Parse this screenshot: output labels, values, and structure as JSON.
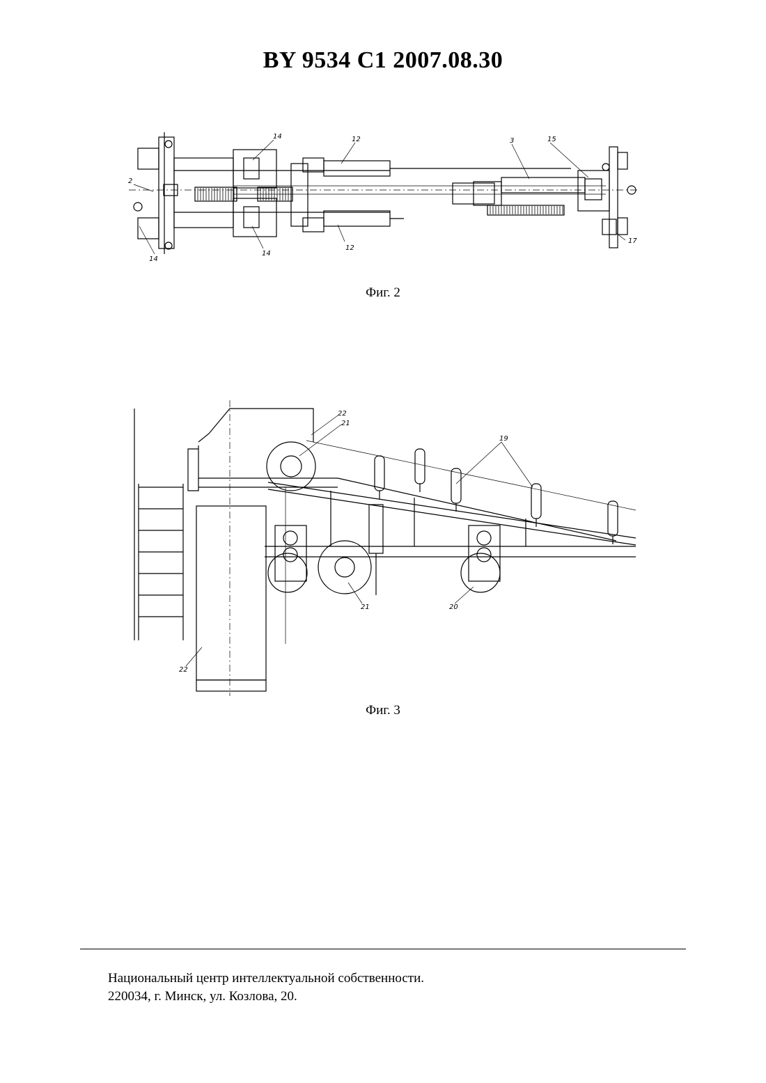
{
  "header": {
    "title": "BY  9534  C1  2007.08.30"
  },
  "figure2": {
    "caption": "Фиг. 2",
    "labels": {
      "l2": "2",
      "l14a": "14",
      "l14b": "14",
      "l14c": "14",
      "l12a": "12",
      "l12b": "12",
      "l3": "3",
      "l15": "15",
      "l17": "17"
    }
  },
  "figure3": {
    "caption": "Фиг. 3",
    "labels": {
      "l22a": "22",
      "l21a": "21",
      "l19": "19",
      "l21b": "21",
      "l20": "20",
      "l22b": "22"
    }
  },
  "footer": {
    "line1": "Национальный центр интеллектуальной собственности.",
    "line2": "220034, г. Минск, ул. Козлова, 20."
  }
}
